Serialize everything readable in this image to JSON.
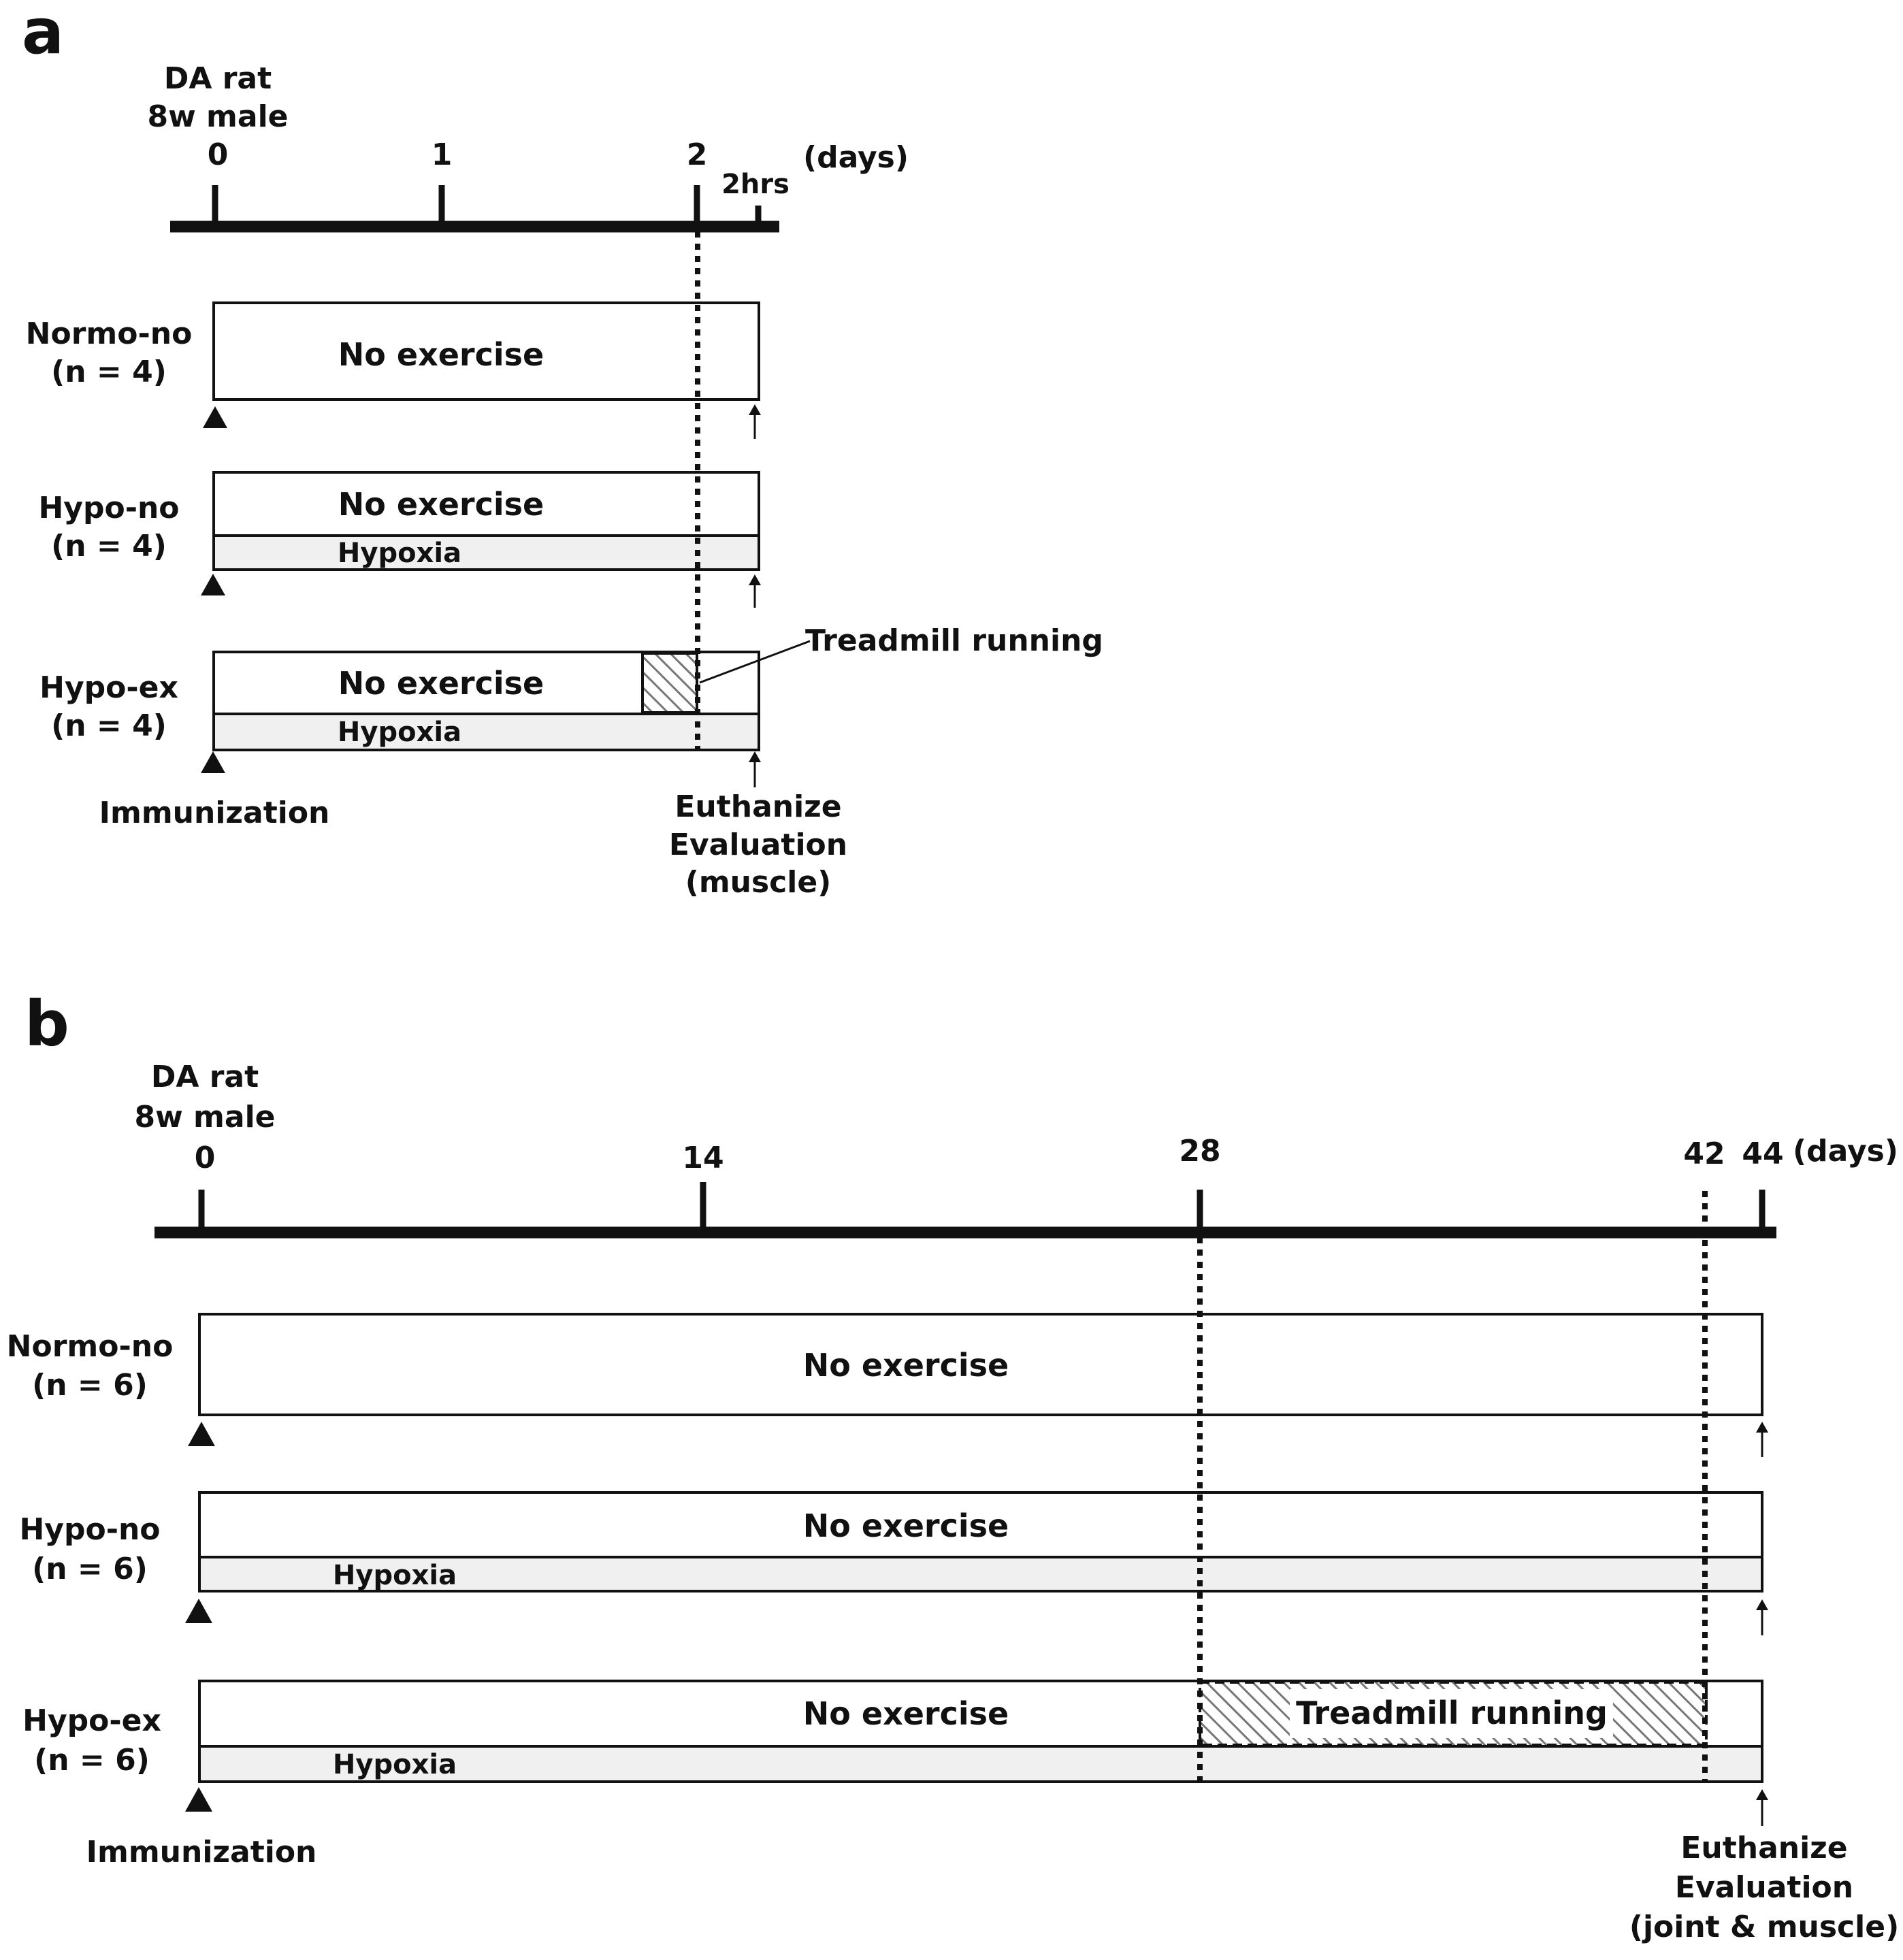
{
  "panel_a": {
    "letter": "a",
    "rat_line1": "DA rat",
    "rat_line2": "8w male",
    "ticks": [
      "0",
      "1",
      "2",
      "2hrs"
    ],
    "unit": "(days)",
    "groups": [
      {
        "name": "Normo-no",
        "n": "(n = 4)",
        "bar": "No exercise"
      },
      {
        "name": "Hypo-no",
        "n": "(n = 4)",
        "bar": "No exercise",
        "hypoxia": "Hypoxia"
      },
      {
        "name": "Hypo-ex",
        "n": "(n = 4)",
        "bar": "No exercise",
        "hypoxia": "Hypoxia"
      }
    ],
    "treadmill_label": "Treadmill running",
    "immunization": "Immunization",
    "end_label": [
      "Euthanize",
      "Evaluation",
      "(muscle)"
    ]
  },
  "panel_b": {
    "letter": "b",
    "rat_line1": "DA rat",
    "rat_line2": "8w male",
    "ticks": [
      "0",
      "14",
      "28",
      "42",
      "44"
    ],
    "unit": "(days)",
    "groups": [
      {
        "name": "Normo-no",
        "n": "(n = 6)",
        "bar": "No exercise"
      },
      {
        "name": "Hypo-no",
        "n": "(n = 6)",
        "bar": "No exercise",
        "hypoxia": "Hypoxia"
      },
      {
        "name": "Hypo-ex",
        "n": "(n = 6)",
        "bar": "No exercise",
        "hypoxia": "Hypoxia"
      }
    ],
    "treadmill_label": "Treadmill running",
    "immunization": "Immunization",
    "end_label": [
      "Euthanize",
      "Evaluation",
      "(joint & muscle)"
    ]
  }
}
